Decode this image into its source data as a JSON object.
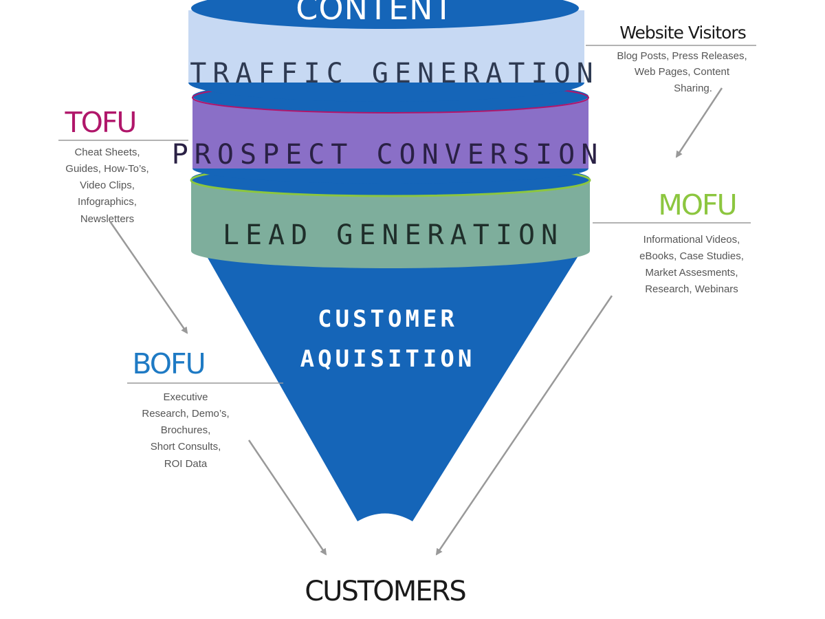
{
  "funnel": {
    "content_title": "CONTENT",
    "stages": [
      {
        "label": "TRAFFIC GENERATION",
        "color": "#c7d9f3",
        "text_color": "#2e3a52"
      },
      {
        "label": "PROSPECT CONVERSION",
        "color": "#8a6fc7",
        "text_color": "#2a2145"
      },
      {
        "label": "LEAD GENERATION",
        "color": "#7eae9c",
        "text_color": "#1f2e2a"
      }
    ],
    "cone_lines": [
      "CUSTOMER",
      "AQUISITION"
    ],
    "cone_color": "#1565b8"
  },
  "website_visitors": {
    "title": "Website Visitors",
    "lines": [
      "Blog Posts, Press Releases,",
      "Web Pages, Content",
      "Sharing."
    ]
  },
  "tofu": {
    "title": "TOFU",
    "color": "#b0166a",
    "lines": [
      "Cheat Sheets,",
      "Guides, How-To’s,",
      "Video Clips,",
      "Infographics,",
      "Newsletters"
    ]
  },
  "mofu": {
    "title": "MOFU",
    "color": "#8cc63f",
    "lines": [
      "Informational Videos,",
      "eBooks, Case Studies,",
      "Market Assesments,",
      "Research, Webinars"
    ]
  },
  "bofu": {
    "title": "BOFU",
    "color": "#1e7ac4",
    "lines": [
      "Executive",
      "Research, Demo’s,",
      "Brochures,",
      "Short Consults,",
      "ROI Data"
    ]
  },
  "customers": "CUSTOMERS"
}
